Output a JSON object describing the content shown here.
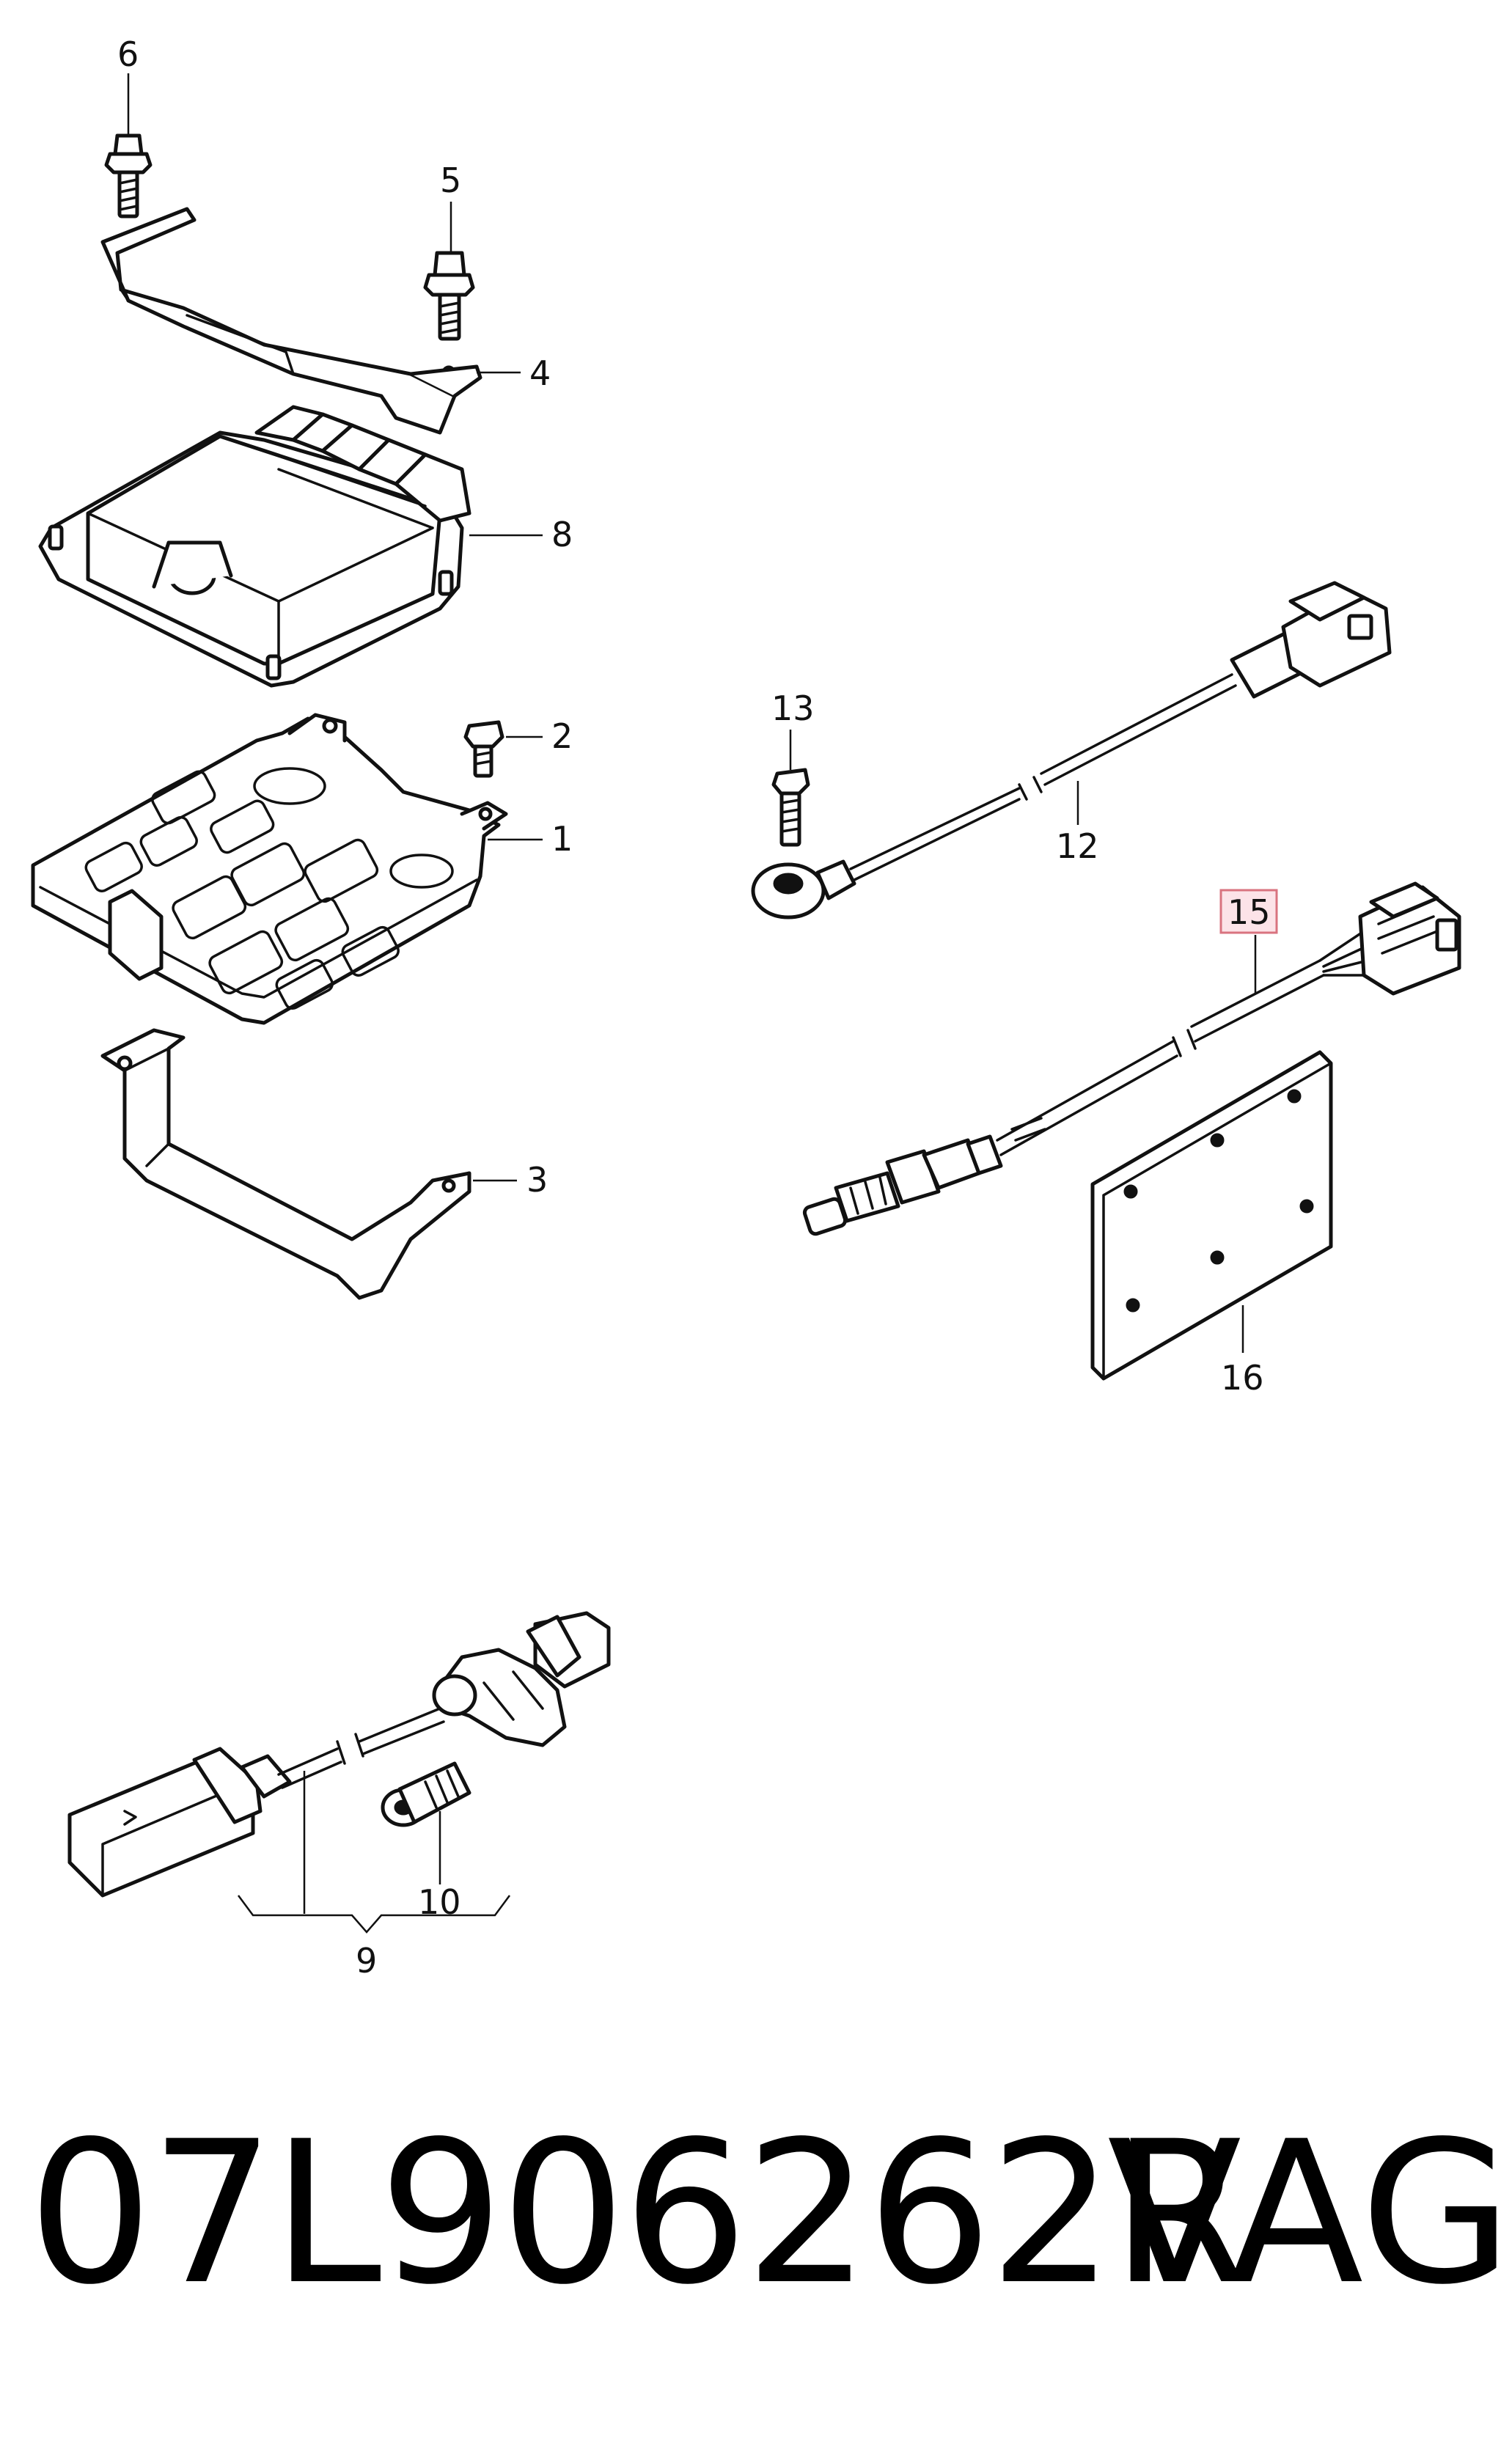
{
  "callouts": {
    "c1": "1",
    "c2": "2",
    "c3": "3",
    "c4": "4",
    "c5": "5",
    "c6": "6",
    "c8": "8",
    "c9": "9",
    "c10": "10",
    "c12": "12",
    "c13": "13",
    "c15": "15",
    "c16": "16"
  },
  "highlighted_callout": "15",
  "caption": {
    "part_number": "07L906262R",
    "brand": "VAG"
  },
  "colors": {
    "line": "#111111",
    "highlight_fill": "#fce3e8",
    "highlight_border": "#d9737f"
  }
}
